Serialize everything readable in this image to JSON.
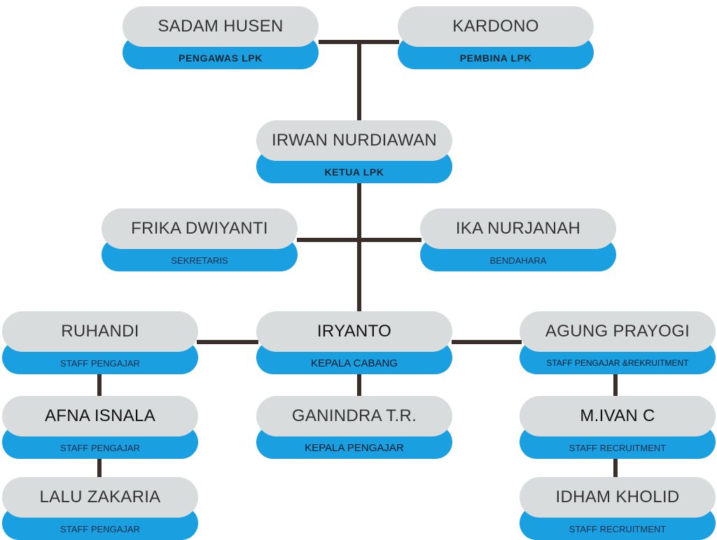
{
  "nodes": {
    "sadam": {
      "name": "SADAM HUSEN",
      "role": "PENGAWAS LPK"
    },
    "kardono": {
      "name": "KARDONO",
      "role": "PEMBINA LPK"
    },
    "irwan": {
      "name": "IRWAN NURDIAWAN",
      "role": "KETUA LPK"
    },
    "frika": {
      "name": "FRIKA DWIYANTI",
      "role": "SEKRETARIS"
    },
    "ika": {
      "name": "IKA NURJANAH",
      "role": "BENDAHARA"
    },
    "ruhandi": {
      "name": "RUHANDI",
      "role": "STAFF PENGAJAR"
    },
    "iryanto": {
      "name": "IRYANTO",
      "role": "KEPALA CABANG"
    },
    "agung": {
      "name": "AGUNG PRAYOGI",
      "role": "STAFF PENGAJAR &REKRUITMENT"
    },
    "afna": {
      "name": "AFNA ISNALA",
      "role": "STAFF PENGAJAR"
    },
    "ganindra": {
      "name": "GANINDRA T.R.",
      "role": "KEPALA PENGAJAR"
    },
    "ivan": {
      "name": "M.IVAN C",
      "role": "STAFF RECRUITMENT"
    },
    "lalu": {
      "name": "LALU ZAKARIA",
      "role": "STAFF PENGAJAR"
    },
    "idham": {
      "name": "IDHAM KHOLID",
      "role": "STAFF RECRUITMENT"
    }
  },
  "colors": {
    "name_pill": "#d9dcdc",
    "role_pill": "#1a9fe0",
    "connector": "#3a2e2a"
  }
}
